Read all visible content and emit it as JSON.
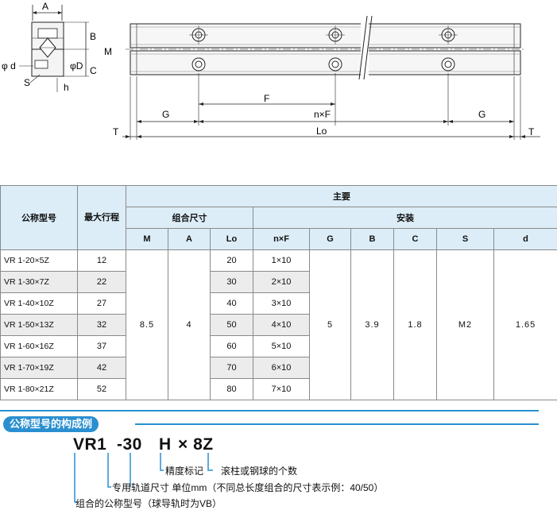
{
  "drawing": {
    "cross_labels": {
      "A": "A",
      "B": "B",
      "M": "M",
      "C": "C",
      "d": "φ d",
      "D": "φD",
      "S": "S",
      "h": "h"
    },
    "front_labels": {
      "F": "F",
      "nF": "n×F",
      "G_left": "G",
      "G_right": "G",
      "T_left": "T",
      "T_right": "T",
      "Lo": "Lo"
    }
  },
  "table": {
    "head_model": "公称型号",
    "head_stroke": "最大行程",
    "head_main": "主要",
    "head_combo": "组合尺寸",
    "head_install": "安装",
    "cols": [
      "M",
      "A",
      "Lo",
      "n×F",
      "G",
      "B",
      "C",
      "S",
      "d"
    ],
    "rows": [
      {
        "model": "VR 1-20×5Z",
        "stroke": "12",
        "lo": "20",
        "nf": "1×10"
      },
      {
        "model": "VR 1-30×7Z",
        "stroke": "22",
        "lo": "30",
        "nf": "2×10"
      },
      {
        "model": "VR 1-40×10Z",
        "stroke": "27",
        "lo": "40",
        "nf": "3×10"
      },
      {
        "model": "VR 1-50×13Z",
        "stroke": "32",
        "lo": "50",
        "nf": "4×10"
      },
      {
        "model": "VR 1-60×16Z",
        "stroke": "37",
        "lo": "60",
        "nf": "5×10"
      },
      {
        "model": "VR 1-70×19Z",
        "stroke": "42",
        "lo": "70",
        "nf": "6×10"
      },
      {
        "model": "VR 1-80×21Z",
        "stroke": "52",
        "lo": "80",
        "nf": "7×10"
      }
    ],
    "shared": {
      "M": "8.5",
      "A": "4",
      "G": "5",
      "B": "3.9",
      "C": "1.8",
      "S": "M2",
      "d": "1.65"
    }
  },
  "example": {
    "title": "公称型号的构成例",
    "part1": "VR1",
    "part2": "-30",
    "part3": "H",
    "part4": "× 8Z",
    "ann_precision": "精度标记",
    "ann_rollers": "滚柱或钢球的个数",
    "ann_length": "专用轨道尺寸  单位mm（不同总长度组合的尺寸表示例：40/50）",
    "ann_model": "组合的公称型号（球导轨时为VB）"
  },
  "colors": {
    "accent": "#2a8fd0",
    "header_bg": "#dcedf8"
  }
}
